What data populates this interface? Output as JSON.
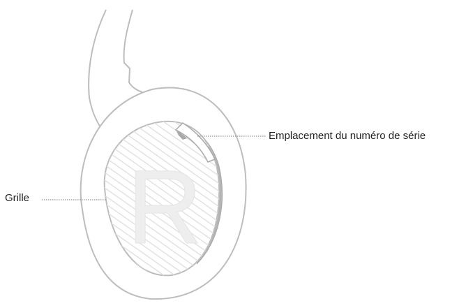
{
  "diagram": {
    "callouts": {
      "serial_location": "Emplacement du numéro de série",
      "grille": "Grille"
    },
    "earcup_letter": "R",
    "colors": {
      "outline": "#bdbdbd",
      "inner_shadow": "#a9a9a9",
      "hatch": "#e2e2e2",
      "letter": "#eeeeee",
      "leader": "#777777",
      "text": "#222222"
    }
  }
}
